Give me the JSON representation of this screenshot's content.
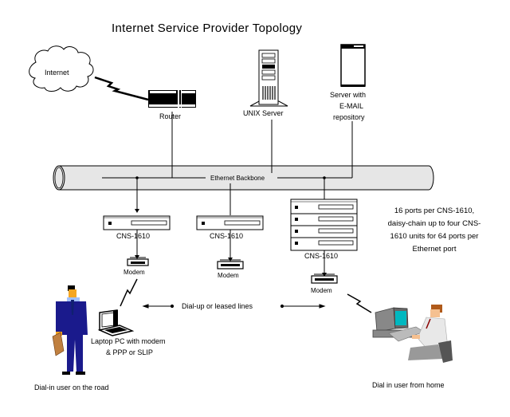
{
  "title": "Internet Service Provider Topology",
  "nodes": {
    "internet": {
      "label": "Internet",
      "icon": "cloud-icon"
    },
    "router": {
      "label": "Router",
      "icon": "router-icon"
    },
    "unix_server": {
      "label": "UNIX Server",
      "icon": "tower-server-icon"
    },
    "email_server": {
      "label_lines": [
        "Server with",
        "E-MAIL",
        "repository"
      ],
      "icon": "server-icon"
    },
    "backbone": {
      "label": "Ethernet Backbone",
      "icon": "pipe-icon"
    },
    "cns_left": {
      "label": "CNS-1610",
      "icon": "terminal-server-icon"
    },
    "cns_middle": {
      "label": "CNS-1610",
      "icon": "terminal-server-icon"
    },
    "cns_stack": {
      "label": "CNS-1610",
      "icon": "stacked-terminal-server-icon",
      "units": 4
    },
    "modem_left": {
      "label": "Modem",
      "icon": "modem-icon"
    },
    "modem_middle": {
      "label": "Modem",
      "icon": "modem-icon"
    },
    "modem_right": {
      "label": "Modem",
      "icon": "modem-icon"
    },
    "laptop": {
      "label_lines": [
        "Laptop PC with modem",
        "& PPP or SLIP"
      ],
      "icon": "laptop-icon"
    },
    "road_user": {
      "label": "Dial-in user on the road",
      "icon": "businessman-icon"
    },
    "home_user": {
      "label": "Dial in user from home",
      "icon": "desktop-user-icon"
    }
  },
  "dialup_label": "Dial-up or leased lines",
  "note_lines": [
    "16 ports per CNS-1610,",
    "daisy-chain up to four CNS-",
    "1610 units for 64 ports per",
    "Ethernet port"
  ],
  "colors": {
    "pipe_fill": "#e6e6e6",
    "suit": "#1a1a8c",
    "shirt": "#a0c0ff",
    "skin": "#f5a623",
    "briefcase": "#c08040",
    "screen": "#00b8c0",
    "computer_gray": "#888888",
    "home_shirt": "#e8e8e8",
    "hair": "#b05a1a"
  }
}
